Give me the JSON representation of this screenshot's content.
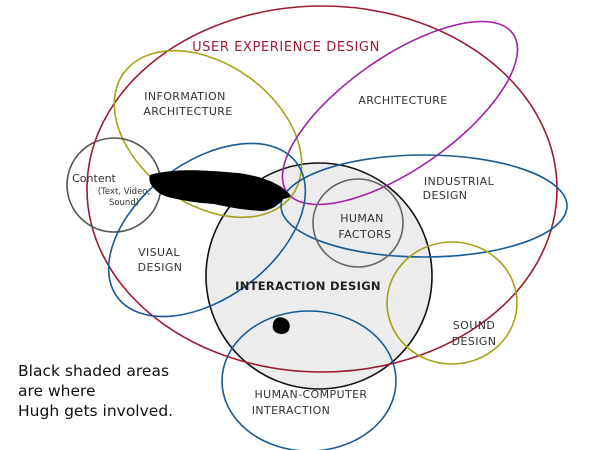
{
  "labels": {
    "ux": "USER EXPERIENCE DESIGN",
    "info_arch_1": "INFORMATION",
    "info_arch_2": "ARCHITECTURE",
    "architecture": "ARCHITECTURE",
    "content_1": "Content",
    "content_2": "(Text, Video,",
    "content_3": "Sound)",
    "industrial_1": "INDUSTRIAL",
    "industrial_2": "DESIGN",
    "human_factors_1": "HUMAN",
    "human_factors_2": "FACTORS",
    "visual_1": "VISUAL",
    "visual_2": "DESIGN",
    "interaction": "INTERACTION DESIGN",
    "sound_1": "SOUND",
    "sound_2": "DESIGN",
    "hci_1": "HUMAN-COMPUTER",
    "hci_2": "INTERACTION"
  },
  "note": {
    "line1": "Black shaded areas",
    "line2": "are where",
    "line3": "Hugh gets involved."
  },
  "colors": {
    "ux": "#9b1b30",
    "info_arch": "#a6a21a",
    "architecture": "#a020a8",
    "content": "#555555",
    "industrial": "#1a5a96",
    "human_factors": "#666666",
    "visual": "#1a5a96",
    "interaction_stroke": "#111111",
    "interaction_fill": "#ececec",
    "sound": "#a6a21a",
    "hci": "#1a5a96",
    "shade": "#000000"
  }
}
